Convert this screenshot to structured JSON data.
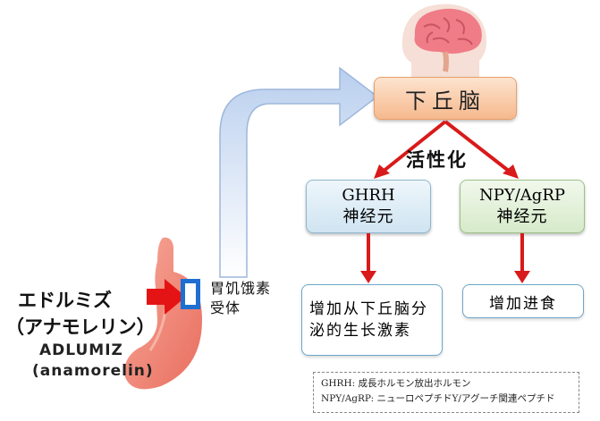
{
  "hypothalamus": {
    "label": "下丘脑"
  },
  "activation": {
    "label": "活性化"
  },
  "ghrh_box": {
    "line1": "GHRH",
    "line2": "神经元"
  },
  "npy_box": {
    "line1": "NPY/AgRP",
    "line2": "神经元"
  },
  "outcomes": {
    "ghrh": "增加从下丘脑分泌的生长激素",
    "npy": "增加进食"
  },
  "receptor": {
    "line1": "胃饥饿素",
    "line2": "受体"
  },
  "drug": {
    "name_ja": "エドルミズ",
    "name_ja_alt": "（アナモレリン）",
    "brand": "ADLUMIZ",
    "generic": "(anamorelin)"
  },
  "legend": {
    "line1": "GHRH: 成長ホルモン放出ホルモン",
    "line2": "NPY/AgRP: ニューロペプチドY/アグーチ関連ペプチド"
  },
  "colors": {
    "arrow_red": "#d91a1a",
    "receptor_blue": "#1f6fd0",
    "stomach": "#f08a7a",
    "brain": "#ef7c86"
  }
}
